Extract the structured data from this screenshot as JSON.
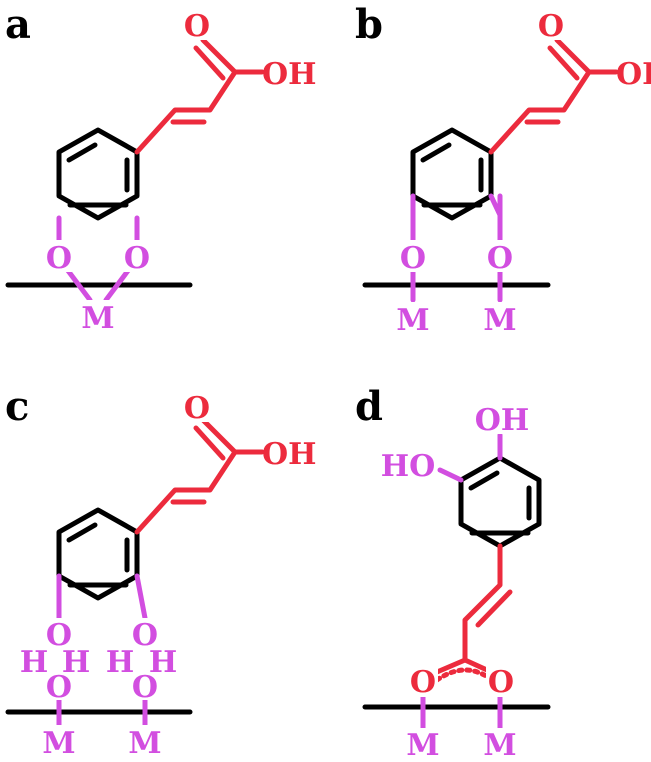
{
  "panels": [
    {
      "id": "a",
      "label": "a",
      "acid_o": "O",
      "acid_oh": "OH",
      "ring_o": [
        "O",
        "O"
      ],
      "metal": [
        "M"
      ]
    },
    {
      "id": "b",
      "label": "b",
      "acid_o": "O",
      "acid_oh": "OH",
      "ring_o": [
        "O",
        "O"
      ],
      "metal": [
        "M",
        "M"
      ]
    },
    {
      "id": "c",
      "label": "c",
      "acid_o": "O",
      "acid_oh": "OH",
      "ring_o": [
        "O",
        "O"
      ],
      "hydrogens": [
        "H",
        "H",
        "H",
        "H"
      ],
      "surface_o": [
        "O",
        "O"
      ],
      "metal": [
        "M",
        "M"
      ]
    },
    {
      "id": "d",
      "label": "d",
      "hydroxyl": [
        "OH",
        "HO"
      ],
      "carboxylate_o": [
        "O",
        "O"
      ],
      "metal": [
        "M",
        "M"
      ]
    }
  ],
  "colors": {
    "red": "#ec2b3d",
    "magenta": "#d24ee0",
    "black": "#000000"
  }
}
